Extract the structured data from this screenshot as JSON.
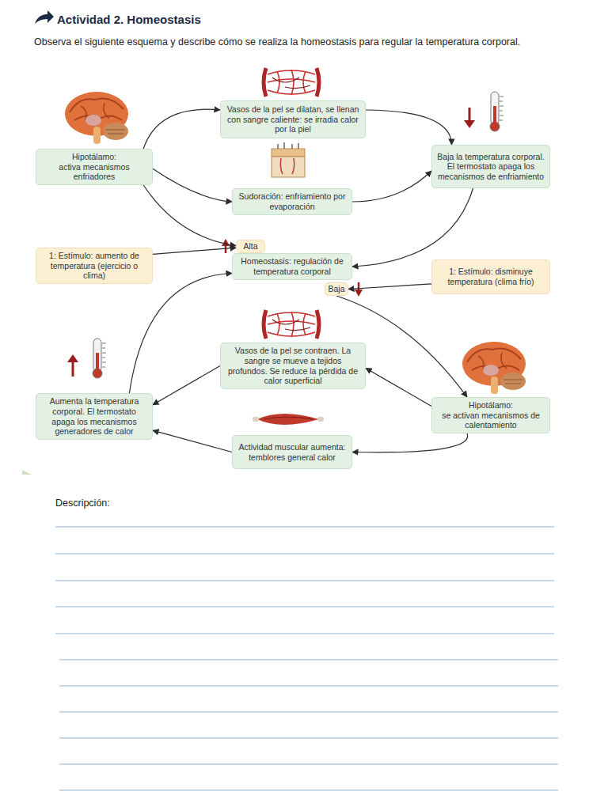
{
  "diagram": {
    "title": "Actividad 2. Homeostasis",
    "nodes": [
      {
        "text": [
          "Vasos de la pel se dilatan, se llenan con sangre caliente: se irradia calor por la piel"
        ]
      },
      {
        "text": [
          "Hipotálamo:",
          "activa mecanismos enfriadores"
        ]
      },
      {
        "text": [
          "Baja la temperatura corporal. El termostato apaga los mecanismos de enfriamiento"
        ]
      },
      {
        "text": [
          "Sudoración: enfriamiento por evaporación"
        ]
      },
      {
        "text": [
          "Alta"
        ]
      },
      {
        "text": [
          "1: Estímulo: aumento de temperatura (ejercicio o clima)"
        ]
      },
      {
        "text": [
          "Homeostasis: regulación de temperatura corporal"
        ]
      },
      {
        "text": [
          "1: Estímulo: disminuye temperatura (clima frío)"
        ]
      },
      {
        "text": [
          "Baja"
        ]
      },
      {
        "text": [
          "Vasos de la pel se contraen. La sangre se mueve a tejidos profundos. Se reduce la pérdida de calor superficial"
        ]
      },
      {
        "text": [
          "Aumenta la temperatura corporal. El termostato apaga los mecanismos generadores de calor"
        ]
      },
      {
        "text": [
          "Hipotálamo:",
          "se activan mecanismos de calentamiento"
        ]
      },
      {
        "text": [
          "Actividad muscular aumenta: temblores general calor"
        ]
      }
    ],
    "edges": [
      {
        "from": 1,
        "to": 0,
        "arrow": "to"
      },
      {
        "from": 0,
        "to": 2,
        "arrow": "to"
      },
      {
        "from": 1,
        "to": 3,
        "arrow": "to"
      },
      {
        "from": 3,
        "to": 2,
        "arrow": "to"
      },
      {
        "from": 1,
        "to": 4,
        "arrow": "to"
      },
      {
        "from": 5,
        "to": 4,
        "arrow": "to"
      },
      {
        "from": 2,
        "to": 6,
        "arrow": "to"
      },
      {
        "from": 7,
        "to": 8,
        "arrow": "to"
      },
      {
        "from": 8,
        "to": 11,
        "arrow": "to"
      },
      {
        "from": 11,
        "to": 9,
        "arrow": "to"
      },
      {
        "from": 11,
        "to": 12,
        "arrow": "to"
      },
      {
        "from": 9,
        "to": 10,
        "arrow": "to"
      },
      {
        "from": 12,
        "to": 10,
        "arrow": "to"
      },
      {
        "from": 10,
        "to": 6,
        "arrow": "to"
      }
    ],
    "labels": [
      "Observa el siguiente esquema y describe cómo se realiza la homeostasis para regular la temperatura corporal.",
      "Descripción:"
    ]
  }
}
